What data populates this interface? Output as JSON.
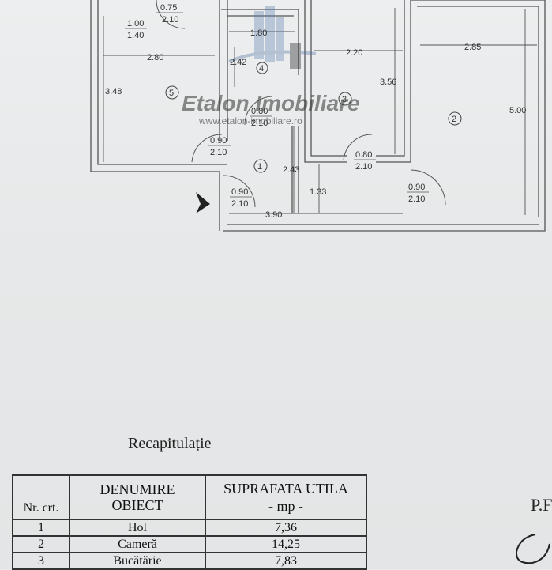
{
  "plan": {
    "watermark": {
      "brand": "Etalon Imobiliare",
      "url": "www.etalon-imobiliare.ro"
    },
    "rooms": {
      "r1": "1",
      "r2": "2",
      "r3": "3",
      "r4": "4",
      "r5": "5"
    },
    "dims": {
      "d075": "0.75",
      "d210a": "2.10",
      "d100": "1.00",
      "d140": "1.40",
      "d280": "2.80",
      "d348": "3.48",
      "d180": "1.80",
      "d242": "2.42",
      "d080a": "0.80",
      "d210b": "2.10",
      "d090a": "0.90",
      "d210c": "2.10",
      "d220": "2.20",
      "d356": "3.56",
      "d285": "2.85",
      "d500": "5.00",
      "d080b": "0.80",
      "d210d": "2.10",
      "d243": "2.43",
      "d133": "1.33",
      "d090b": "0.90",
      "d210e": "2.10",
      "d090c": "0.90",
      "d210f": "2.10",
      "d390": "3.90"
    }
  },
  "recap": {
    "title": "Recapitulație",
    "headers": {
      "nr": "Nr. crt.",
      "obj_line1": "DENUMIRE",
      "obj_line2": "OBIECT",
      "sup_line1": "SUPRAFATA UTILA",
      "sup_line2": "- mp -"
    },
    "rows": [
      {
        "nr": "1",
        "name": "Hol",
        "area": "7,36"
      },
      {
        "nr": "2",
        "name": "Cameră",
        "area": "14,25"
      },
      {
        "nr": "3",
        "name": "Bucătărie",
        "area": "7,83"
      }
    ]
  },
  "side_label": "P.F"
}
